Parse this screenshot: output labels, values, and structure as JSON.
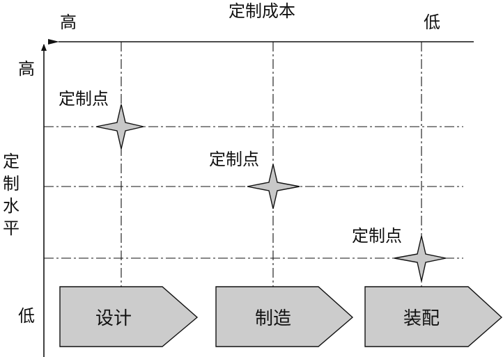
{
  "cost_axis": {
    "title": "定制成本",
    "high_label": "高",
    "low_label": "低"
  },
  "level_axis": {
    "title_chars": [
      "定",
      "制",
      "水",
      "平"
    ],
    "high_label": "高",
    "low_label": "低"
  },
  "stages": [
    {
      "label": "设计"
    },
    {
      "label": "制造"
    },
    {
      "label": "装配"
    }
  ],
  "points": [
    {
      "label": "定制点",
      "stage": "设计"
    },
    {
      "label": "定制点",
      "stage": "制造"
    },
    {
      "label": "定制点",
      "stage": "装配"
    }
  ],
  "colors": {
    "arrow_fill": "#cccccc",
    "star_fill": "#c8c8c8",
    "line": "#111111"
  }
}
